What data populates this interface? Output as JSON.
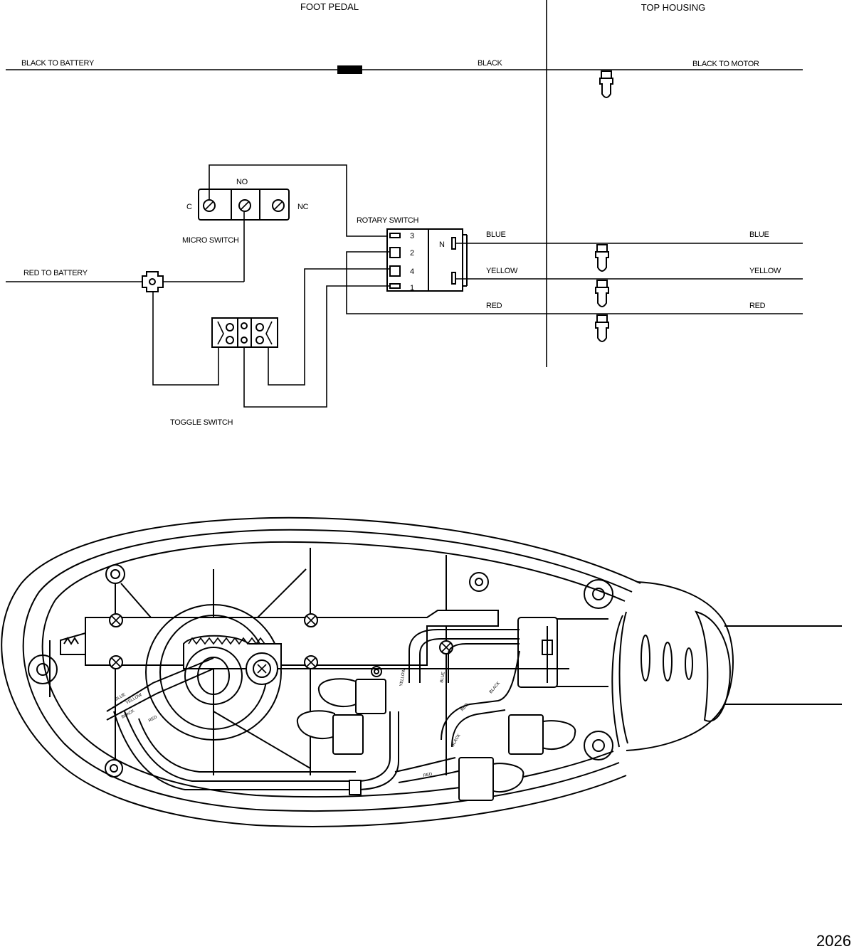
{
  "headers": {
    "foot_pedal": "FOOT PEDAL",
    "top_housing": "TOP HOUSING"
  },
  "wires_left": {
    "black_to_battery": "BLACK TO BATTERY",
    "red_to_battery": "RED TO BATTERY"
  },
  "wires_right": {
    "black": "BLACK",
    "black_to_motor": "BLACK TO MOTOR",
    "blue_left": "BLUE",
    "blue_right": "BLUE",
    "yellow_left": "YELLOW",
    "yellow_right": "YELLOW",
    "red_left": "RED",
    "red_right": "RED"
  },
  "micro_switch": {
    "label": "MICRO SWITCH",
    "no": "NO",
    "c": "C",
    "nc": "NC"
  },
  "rotary_switch": {
    "label": "ROTARY SWITCH",
    "pin_3": "3",
    "pin_2": "2",
    "pin_4": "4",
    "pin_1": "1",
    "n": "N"
  },
  "toggle_switch": {
    "label": "TOGGLE SWITCH"
  },
  "pedal_wire_labels": {
    "blue": "BLUE",
    "yellow": "YELLOW",
    "black_a": "BLACK",
    "red_a": "RED",
    "red_b": "RED",
    "black_b": "BLACK",
    "red_c": "RED",
    "yellow_b": "YELLOW",
    "blue_b": "BLUE",
    "black_c": "BLACK"
  },
  "figure_number": "2026"
}
